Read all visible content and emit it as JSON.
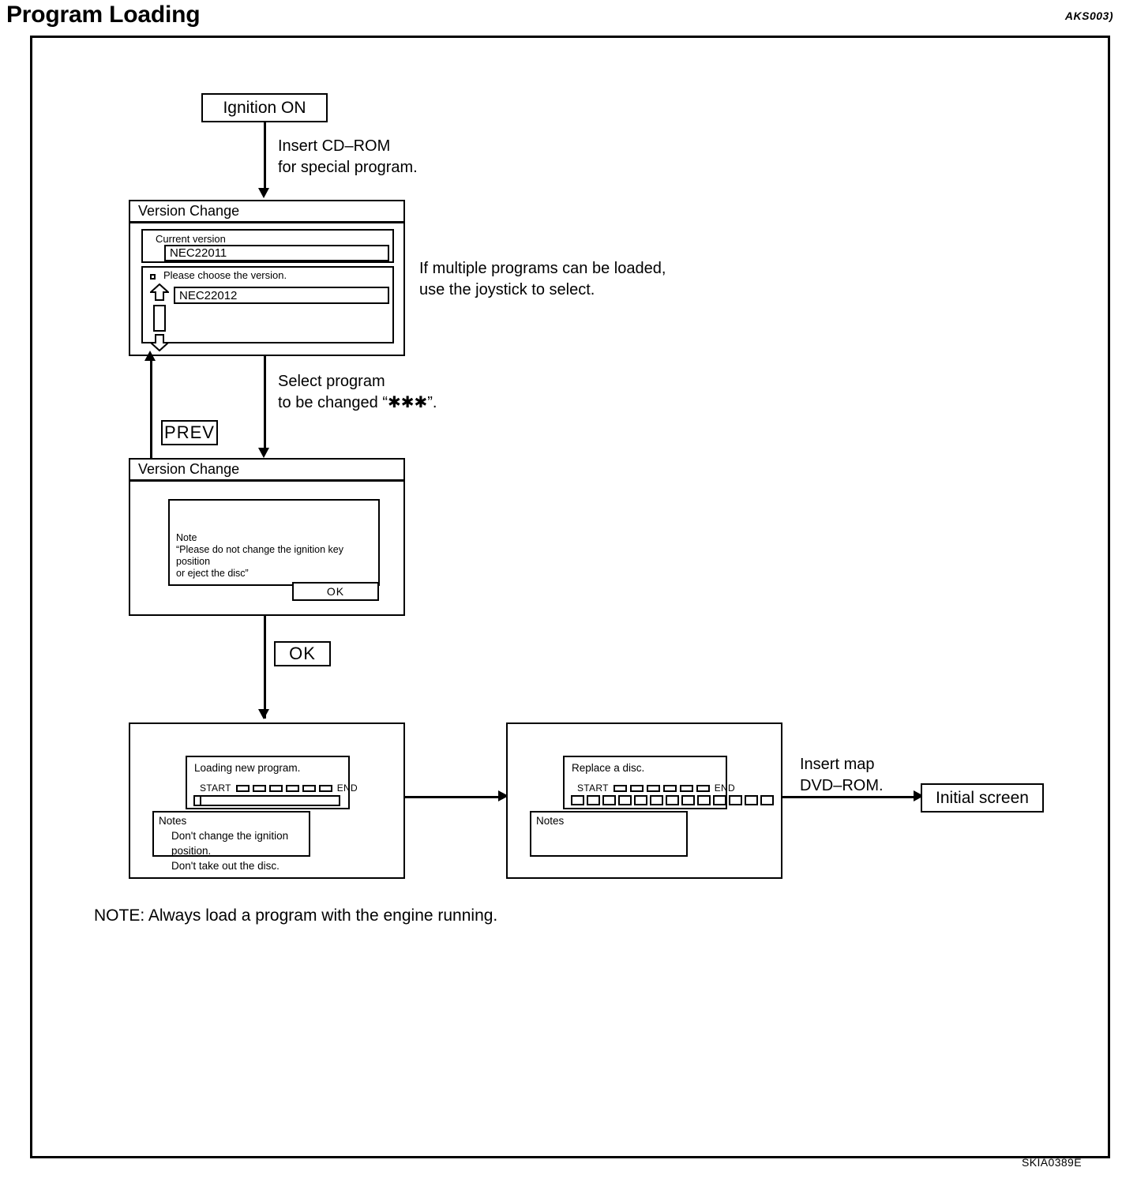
{
  "header": {
    "title": "Program Loading",
    "doc_code": "AKS003)",
    "figure_id": "SKIA0389E"
  },
  "flow": {
    "start_box": "Ignition ON",
    "insert_cd_label": "Insert CD–ROM\nfor special program.",
    "joystick_note": "If multiple programs can be loaded,\nuse the joystick to select.",
    "select_program_label": "Select program\nto be changed “✱✱✱”.",
    "prev_button": "PREV",
    "ok_button": "OK",
    "insert_map_label": "Insert map\nDVD–ROM.",
    "initial_screen_box": "Initial screen",
    "bottom_note": "NOTE: Always load a program with the engine running."
  },
  "version_select_screen": {
    "title": "Version Change",
    "current_version_label": "Current version",
    "current_version_value": "NEC22011",
    "choose_prompt": "Please choose the version.",
    "available_version_value": "NEC22012",
    "scroll_icons": [
      "arrow-up-icon",
      "scroll-thumb",
      "arrow-down-icon"
    ]
  },
  "version_note_screen": {
    "title": "Version Change",
    "note_title": "Note",
    "note_body": "“Please do not change the ignition key position\nor eject the disc”",
    "ok_label": "OK"
  },
  "loading_screen": {
    "caption": "Loading new program.",
    "start_label": "START",
    "end_label": "END",
    "tick_count": 6,
    "progress_style": "bar-empty",
    "notes_title": "Notes",
    "notes_body": "Don't change the ignition position.\nDon't take out the disc."
  },
  "replace_screen": {
    "caption": "Replace a disc.",
    "start_label": "START",
    "end_label": "END",
    "tick_count": 6,
    "progress_style": "bar-segments",
    "segment_count": 13,
    "notes_title": "Notes",
    "notes_body": ""
  },
  "colors": {
    "ink": "#000000",
    "paper": "#ffffff"
  }
}
